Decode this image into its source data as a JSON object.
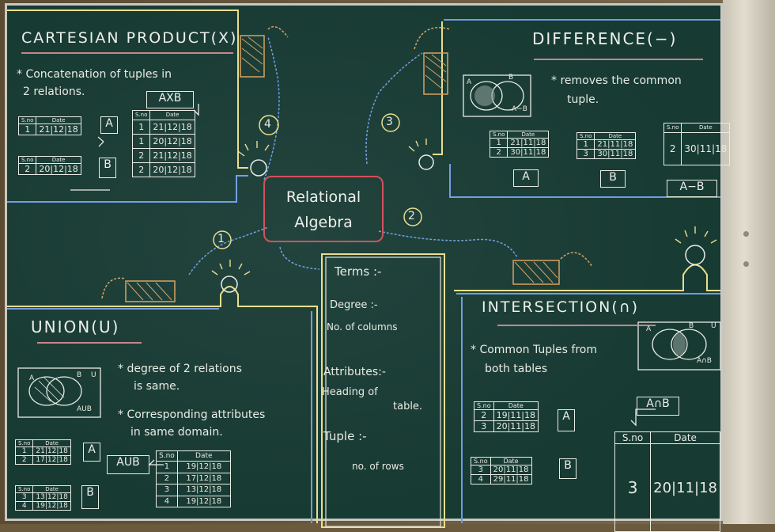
{
  "center": {
    "line1": "Relational",
    "line2": "Algebra"
  },
  "steps": [
    "1",
    "2",
    "3",
    "4"
  ],
  "cartesian": {
    "title": "CARTESIAN PRODUCT(X)",
    "desc1": "* Concatenation of tuples in",
    "desc2": "2 relations.",
    "axb_label": "AXB",
    "tableA": {
      "headers": [
        "S.no",
        "Date"
      ],
      "rows": [
        [
          "1",
          "21|12|18"
        ]
      ],
      "label": "A"
    },
    "tableB": {
      "headers": [
        "S.no",
        "Date"
      ],
      "rows": [
        [
          "2",
          "20|12|18"
        ]
      ],
      "label": "B"
    },
    "tableAxB": {
      "headers": [
        "S.no",
        "Date"
      ],
      "rows": [
        [
          "1",
          "21|12|18"
        ],
        [
          "1",
          "20|12|18"
        ],
        [
          "2",
          "21|12|18"
        ],
        [
          "2",
          "20|12|18"
        ]
      ]
    }
  },
  "difference": {
    "title": "DIFFERENCE(−)",
    "desc1": "* removes the common",
    "desc2": "tuple.",
    "venn_a": "A",
    "venn_b": "B",
    "venn_label": "A−B",
    "tableA": {
      "headers": [
        "S.no",
        "Date"
      ],
      "rows": [
        [
          "1",
          "21|11|18"
        ],
        [
          "2",
          "30|11|18"
        ]
      ],
      "label": "A"
    },
    "tableB": {
      "headers": [
        "S.no",
        "Date"
      ],
      "rows": [
        [
          "1",
          "21|11|18"
        ],
        [
          "3",
          "30|11|18"
        ]
      ],
      "label": "B"
    },
    "tableResult": {
      "headers": [
        "S.no",
        "Date"
      ],
      "rows": [
        [
          "2",
          "30|11|18"
        ]
      ],
      "label": "A−B"
    }
  },
  "union": {
    "title": "UNION(U)",
    "venn_a": "A",
    "venn_b": "B",
    "venn_u": "U",
    "venn_label": "AUB",
    "bullet1a": "* degree of 2 relations",
    "bullet1b": "is same.",
    "bullet2a": "* Corresponding attributes",
    "bullet2b": "in same domain.",
    "aub_label": "AUB",
    "tableA": {
      "headers": [
        "S.no",
        "Date"
      ],
      "rows": [
        [
          "1",
          "21|12|18"
        ],
        [
          "2",
          "17|12|18"
        ]
      ],
      "label": "A"
    },
    "tableB": {
      "headers": [
        "S.no",
        "Date"
      ],
      "rows": [
        [
          "3",
          "13|12|18"
        ],
        [
          "4",
          "19|12|18"
        ]
      ],
      "label": "B"
    },
    "tableAUB": {
      "headers": [
        "S.no",
        "Date"
      ],
      "rows": [
        [
          "1",
          "19|12|18"
        ],
        [
          "2",
          "17|12|18"
        ],
        [
          "3",
          "13|12|18"
        ],
        [
          "4",
          "19|12|18"
        ]
      ]
    }
  },
  "terms": {
    "title": "Terms :-",
    "degree_h": "Degree :-",
    "degree_d": "No. of columns",
    "attr_h": "Attributes:-",
    "attr_d1": "Heading of",
    "attr_d2": "table.",
    "tuple_h": "Tuple :-",
    "tuple_d": "no. of rows"
  },
  "intersection": {
    "title": "INTERSECTION(∩)",
    "desc1": "* Common Tuples from",
    "desc2": "both tables",
    "venn_a": "A",
    "venn_b": "B",
    "venn_u": "U",
    "venn_label": "A∩B",
    "anb_label": "A∩B",
    "tableA": {
      "headers": [
        "S.no",
        "Date"
      ],
      "rows": [
        [
          "2",
          "19|11|18"
        ],
        [
          "3",
          "20|11|18"
        ]
      ],
      "label": "A"
    },
    "tableB": {
      "headers": [
        "S.no",
        "Date"
      ],
      "rows": [
        [
          "3",
          "20|11|18"
        ],
        [
          "4",
          "29|11|18"
        ]
      ],
      "label": "B"
    },
    "tableResult": {
      "headers": [
        "S.no",
        "Date"
      ],
      "rows": [
        [
          "3",
          "20|11|18"
        ]
      ]
    }
  },
  "colors": {
    "board": "#173a33",
    "chalk": "#ecefe6",
    "blue": "#6f9be0",
    "yellow": "#e9dd8a",
    "pink": "#d04a55",
    "orange": "#d8a060"
  }
}
